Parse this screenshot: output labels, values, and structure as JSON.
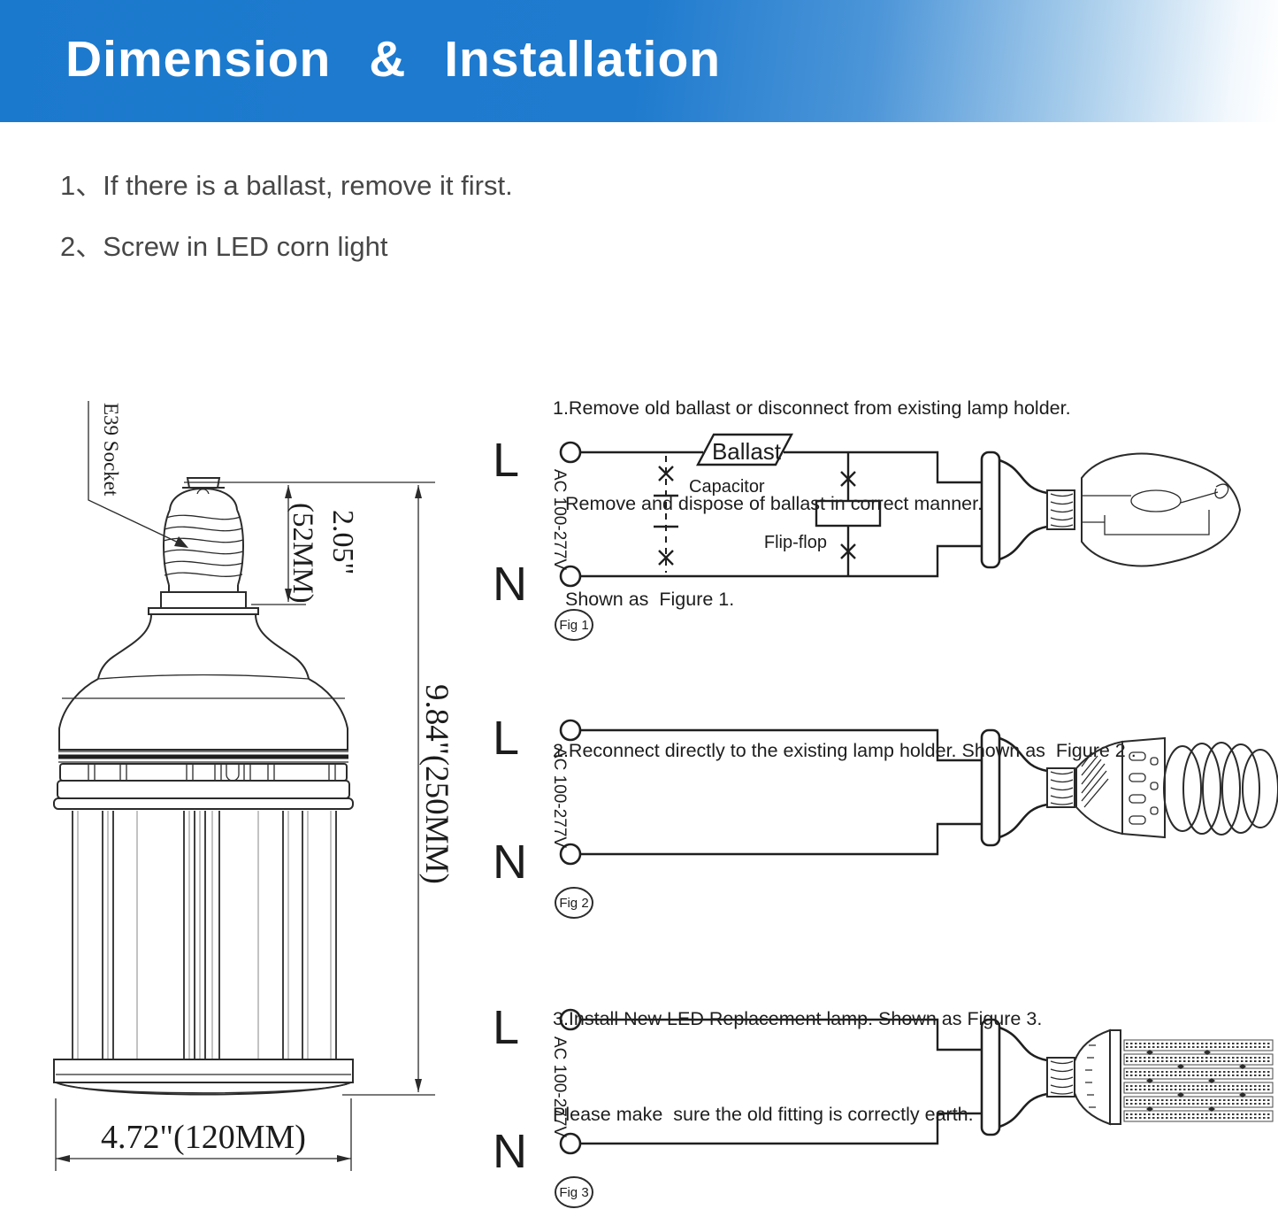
{
  "header": {
    "title": "Dimension & Installation",
    "background_left": "#1b79cd",
    "background_right": "#ffffff",
    "title_color": "#ffffff"
  },
  "steps": [
    "1、If there is a ballast, remove it first.",
    "2、Screw in LED corn light"
  ],
  "dimension_drawing": {
    "socket_label": "E39 Socket",
    "socket_height_in": "2.05\"",
    "socket_height_mm": "(52MM)",
    "overall_height": "9.84\"(250MM)",
    "diameter": "4.72\"(120MM)"
  },
  "figures": [
    {
      "intro_lines": [
        "1.Remove old ballast or disconnect from existing lamp holder.",
        "Remove and dispose of ballast in correct manner.",
        "Shown as  Figure 1."
      ],
      "live_label": "L",
      "neutral_label": "N",
      "voltage_label": "AC 100-277V",
      "ballast_label": "Ballast",
      "capacitor_label": "Capacitor",
      "flipflop_label": "Flip-flop",
      "caption": "Fig 1",
      "bulb_icon": "hid-bulb"
    },
    {
      "intro_lines": [
        "2.Reconnect directly to the existing lamp holder. Shown as  Figure 2 ."
      ],
      "live_label": "L",
      "neutral_label": "N",
      "voltage_label": "AC 100-277V",
      "caption": "Fig 2",
      "bulb_icon": "cfl-spiral-bulb"
    },
    {
      "intro_lines": [
        "3.Install New LED Replacement lamp. Shown as Figure 3.",
        "Please make  sure the old fitting is correctly earth."
      ],
      "live_label": "L",
      "neutral_label": "N",
      "voltage_label": "AC 100-277V",
      "caption": "Fig 3",
      "bulb_icon": "led-corn-bulb"
    }
  ]
}
